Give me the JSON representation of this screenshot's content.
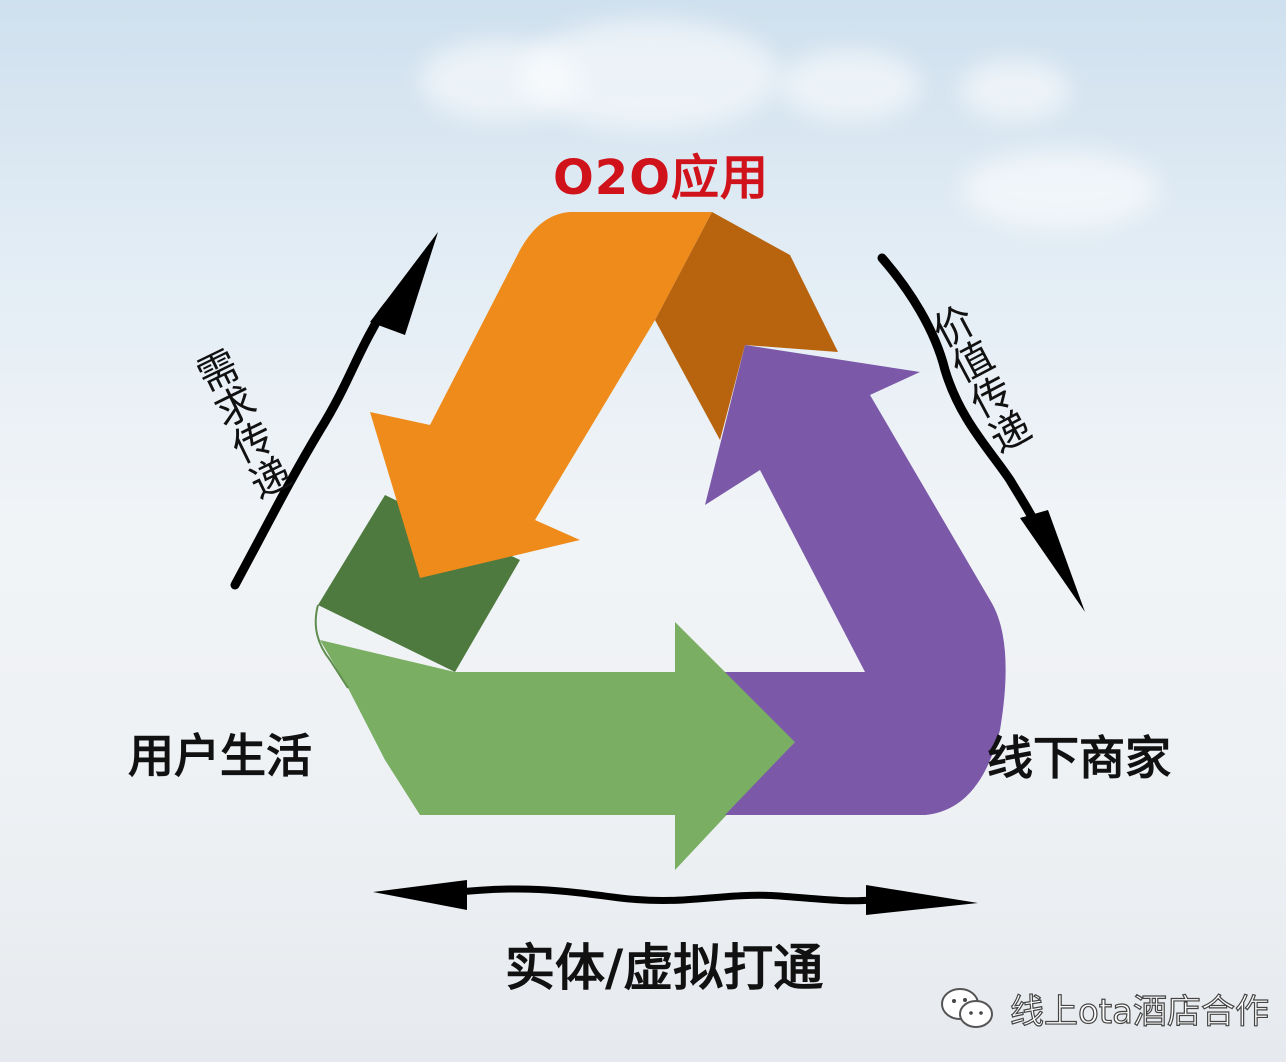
{
  "diagram": {
    "title": "O2O应用",
    "nodes": {
      "left": "用户生活",
      "right": "线下商家"
    },
    "edges": {
      "left_side": "需求传递",
      "right_side": "价值传递",
      "bottom": "实体/虚拟打通"
    },
    "colors": {
      "title": "#d0121b",
      "orange_arrow": "#ef8b1a",
      "orange_shadow": "#b8640f",
      "purple_arrow": "#7b58a8",
      "purple_shadow": "#55377e",
      "green_arrow": "#79ae63",
      "green_shadow": "#4e7a3f"
    }
  },
  "watermark": {
    "icon": "wechat-icon",
    "text": "线上ota酒店合作"
  }
}
